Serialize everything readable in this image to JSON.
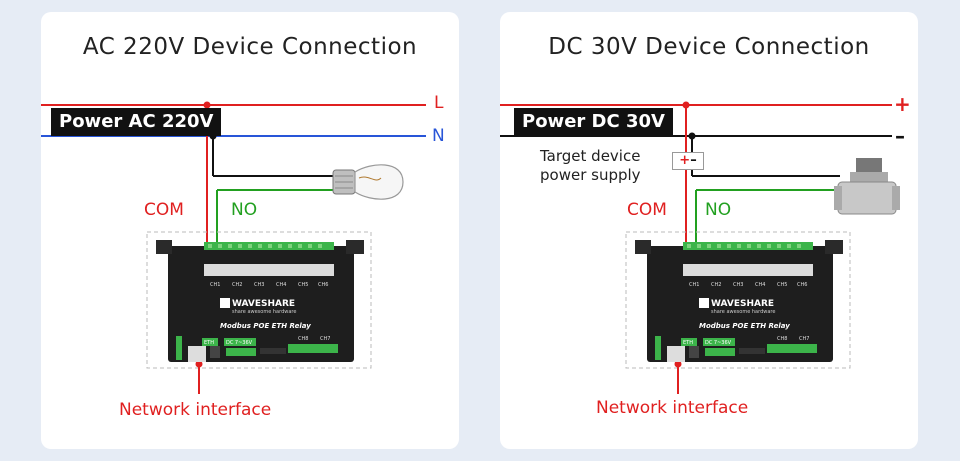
{
  "left": {
    "title": "AC 220V Device Connection",
    "power_label": "Power AC 220V",
    "line_l": "L",
    "line_n": "N",
    "com": "COM",
    "no": "NO",
    "network": "Network interface"
  },
  "right": {
    "title": "DC 30V Device Connection",
    "power_label": "Power DC 30V",
    "plus": "+",
    "minus": "–",
    "target_line1": "Target device",
    "target_line2": "power supply",
    "supply_plus": "+",
    "supply_minus": "–",
    "com": "COM",
    "no": "NO",
    "network": "Network interface"
  },
  "board": {
    "brand": "WAVESHARE",
    "tagline": "share awesome hardware",
    "model": "Modbus POE ETH Relay",
    "eth": "ETH",
    "dc": "DC 7~36V",
    "channels_top": [
      "CH1",
      "CH2",
      "CH3",
      "CH4",
      "CH5",
      "CH6"
    ],
    "channels_bottom": [
      "CH8",
      "CH7"
    ]
  },
  "colors": {
    "live": "#e02020",
    "neutral": "#2855d8",
    "com_wire": "#e02020",
    "no_wire": "#22a020",
    "board_body": "#1e1e1e",
    "terminal": "#3cb44a"
  }
}
